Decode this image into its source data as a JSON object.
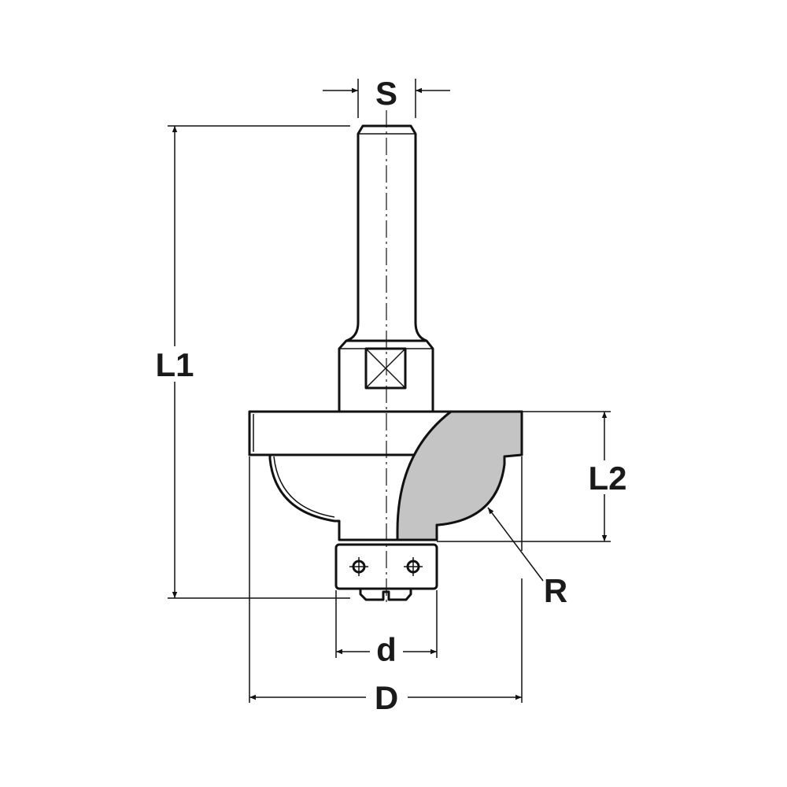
{
  "labels": {
    "S": "S",
    "L1": "L1",
    "L2": "L2",
    "R": "R",
    "d": "d",
    "D": "D"
  },
  "colors": {
    "line": "#111111",
    "cutter_fill": "#c4c4c4",
    "background": "#ffffff"
  }
}
